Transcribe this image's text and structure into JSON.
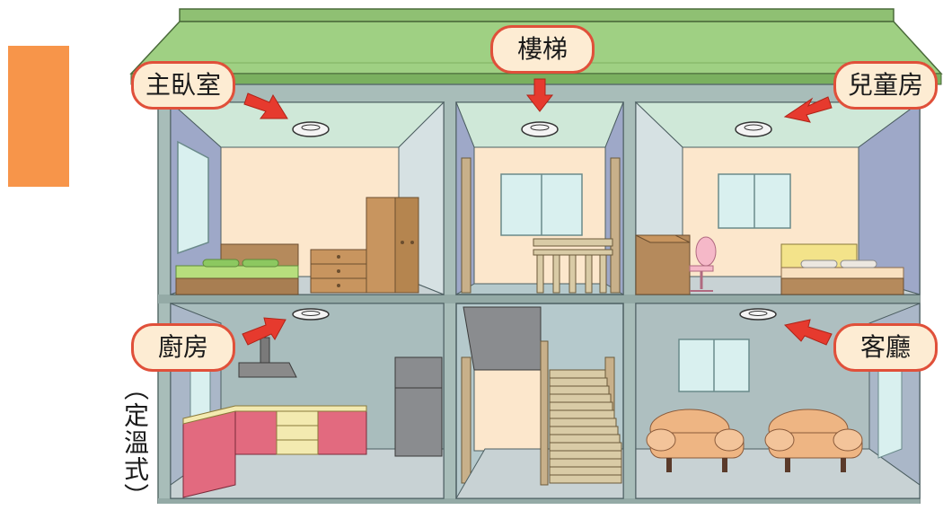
{
  "labels": {
    "master_bedroom": "主臥室",
    "stairs": "樓梯",
    "kids_room": "兒童房",
    "kitchen": "廚房",
    "living_room": "客廳"
  },
  "side_note": "（定溫式）",
  "colors": {
    "roof": "#9fd083",
    "wall": "#a8bdb9",
    "ceiling": "#cfe8d8",
    "room_back": "#fce7cc",
    "label_border": "#e0503a",
    "label_fill": "#fdecd3",
    "arrow": "#e63a2e",
    "tab": "#f7954a"
  },
  "icons": [
    "smoke-detector-icon",
    "arrow-icon"
  ]
}
